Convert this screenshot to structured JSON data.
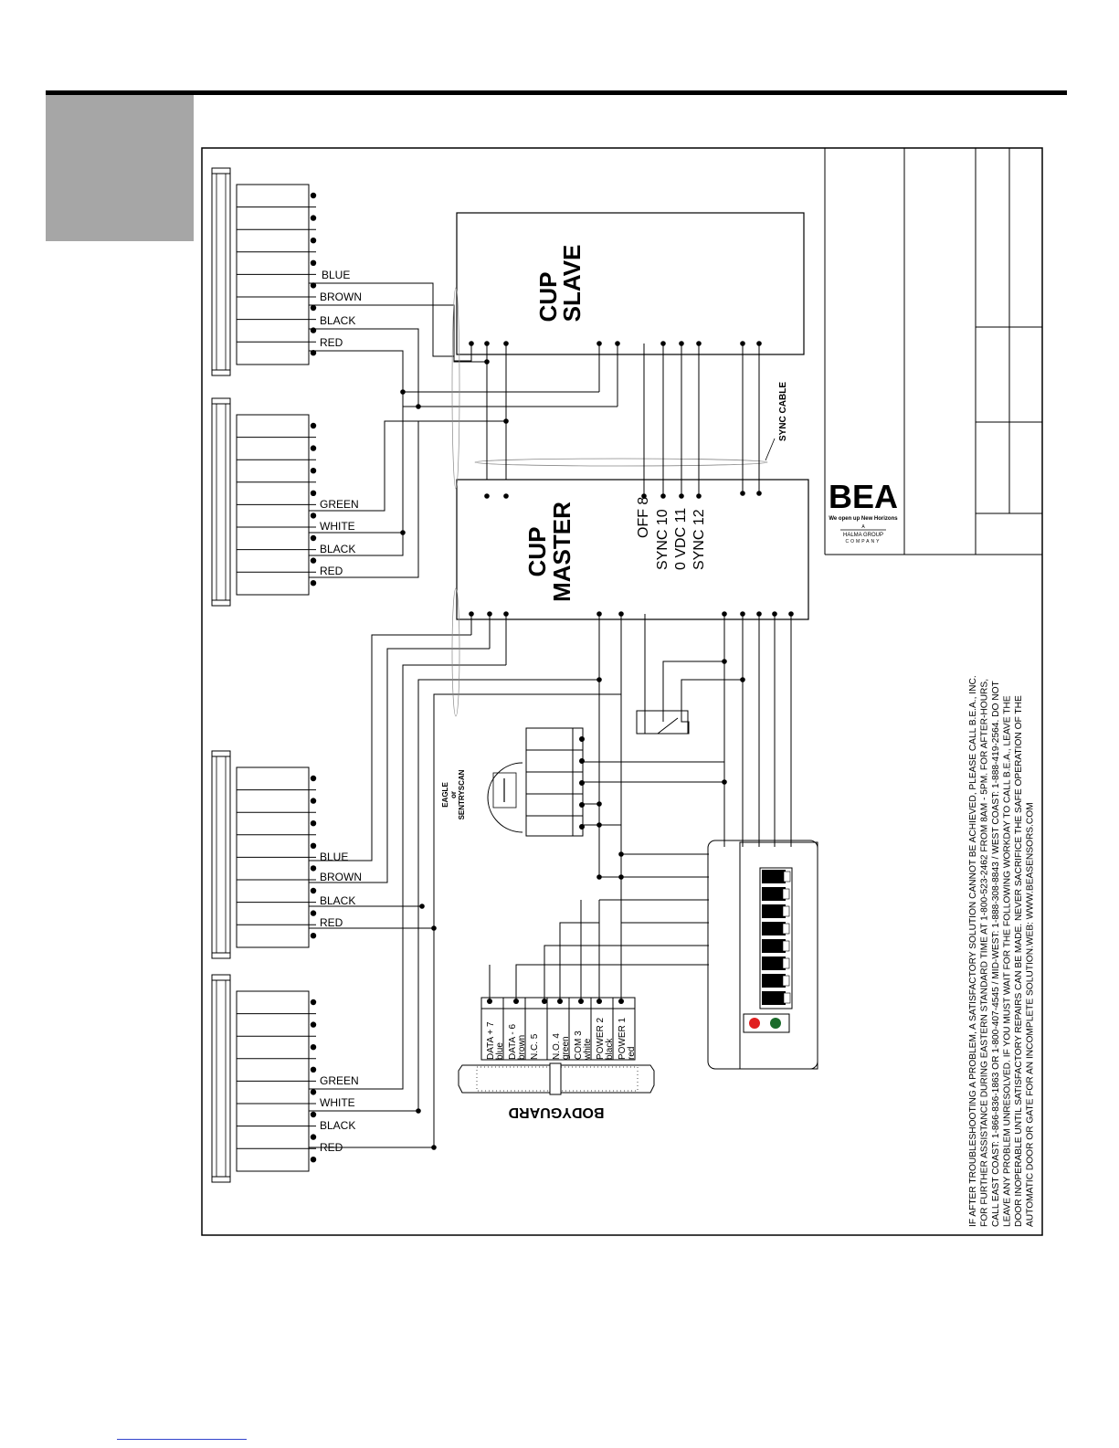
{
  "connectors_upper": [
    {
      "wires": [
        "BLUE",
        "BROWN",
        "BLACK",
        "RED"
      ]
    },
    {
      "wires": [
        "GREEN",
        "WHITE",
        "BLACK",
        "RED"
      ]
    }
  ],
  "connectors_lower": [
    {
      "wires": [
        "BLUE",
        "BROWN",
        "BLACK",
        "RED"
      ]
    },
    {
      "wires": [
        "GREEN",
        "WHITE",
        "BLACK",
        "RED"
      ]
    }
  ],
  "cup_slave": {
    "line1": "CUP",
    "line2": "SLAVE"
  },
  "cup_master": {
    "line1": "CUP",
    "line2": "MASTER"
  },
  "master_pins": [
    "OFF 8",
    "SYNC  10",
    "0 VDC  11",
    "SYNC  12"
  ],
  "sync_cable": "SYNC CABLE",
  "sensor": {
    "line1": "EAGLE",
    "line2": "or",
    "line3": "SENTRYSCAN"
  },
  "bodyguard": {
    "title": "BODYGUARD",
    "pins": [
      {
        "label": "DATA +  7",
        "color": "blue"
      },
      {
        "label": "DATA -  6",
        "color": "brown"
      },
      {
        "label": "N.C.     5",
        "color": ""
      },
      {
        "label": "N.O.     4",
        "color": "green"
      },
      {
        "label": "COM     3",
        "color": "white"
      },
      {
        "label": "POWER  2",
        "color": "black"
      },
      {
        "label": "POWER  1",
        "color": "red"
      }
    ]
  },
  "logo": {
    "name": "BEA",
    "tagline": "We open up New Horizons",
    "parent_a": "A",
    "parent": "HALMA GROUP",
    "parent_sub": "COMPANY"
  },
  "notice": [
    "IF AFTER TROUBLESHOOTING A PROBLEM, A SATISFACTORY SOLUTION CANNOT BE ACHIEVED, PLEASE CALL B.E.A., INC.",
    "FOR FURTHER ASSISTANCE DURING EASTERN STANDARD TIME AT 1-800-523-2462 FROM 8AM - 5PM. FOR AFTER-HOURS,",
    "CALL EAST COAST: 1-866-836-1863 OR 1-800-407-4545 / MID-WEST: 1-888-308-8843 / WEST COAST: 1-888-419-2564. DO NOT",
    "LEAVE ANY PROBLEM UNRESOLVED. IF YOU MUST WAIT FOR THE FOLLOWING WORKDAY TO CALL B.E.A., LEAVE THE",
    "DOOR INOPERABLE UNTIL SATISFACTORY REPAIRS CAN BE MADE. NEVER SACRIFICE THE SAFE OPERATION OF THE",
    "AUTOMATIC DOOR OR GATE FOR AN INCOMPLETE SOLUTION.WEB: WWW.BEASENSORS.COM"
  ],
  "colors": {
    "line": "#000000",
    "gray_block": "#a6a6a6",
    "led_red": "#e02020",
    "led_green": "#1a6b2a",
    "link": "#3344cc"
  }
}
